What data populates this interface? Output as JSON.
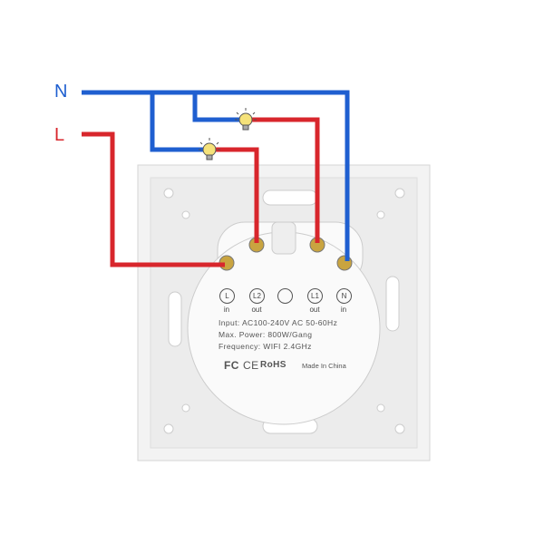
{
  "labels": {
    "neutral": "N",
    "live": "L"
  },
  "terminals": [
    {
      "symbol": "L",
      "caption": "in"
    },
    {
      "symbol": "L2",
      "caption": "out"
    },
    {
      "symbol": "",
      "caption": ""
    },
    {
      "symbol": "L1",
      "caption": "out"
    },
    {
      "symbol": "N",
      "caption": "in"
    }
  ],
  "specs": {
    "input": "Input: AC100-240V AC 50-60Hz",
    "power": "Max. Power: 800W/Gang",
    "frequency": "Frequency: WIFI 2.4GHz"
  },
  "marks": {
    "fc": "FC",
    "ce": "CE",
    "rohs": "RoHS",
    "origin": "Made In China"
  },
  "colors": {
    "neutral": "#1f5fd0",
    "live": "#d8262c",
    "bulb": "#f5e27a"
  }
}
